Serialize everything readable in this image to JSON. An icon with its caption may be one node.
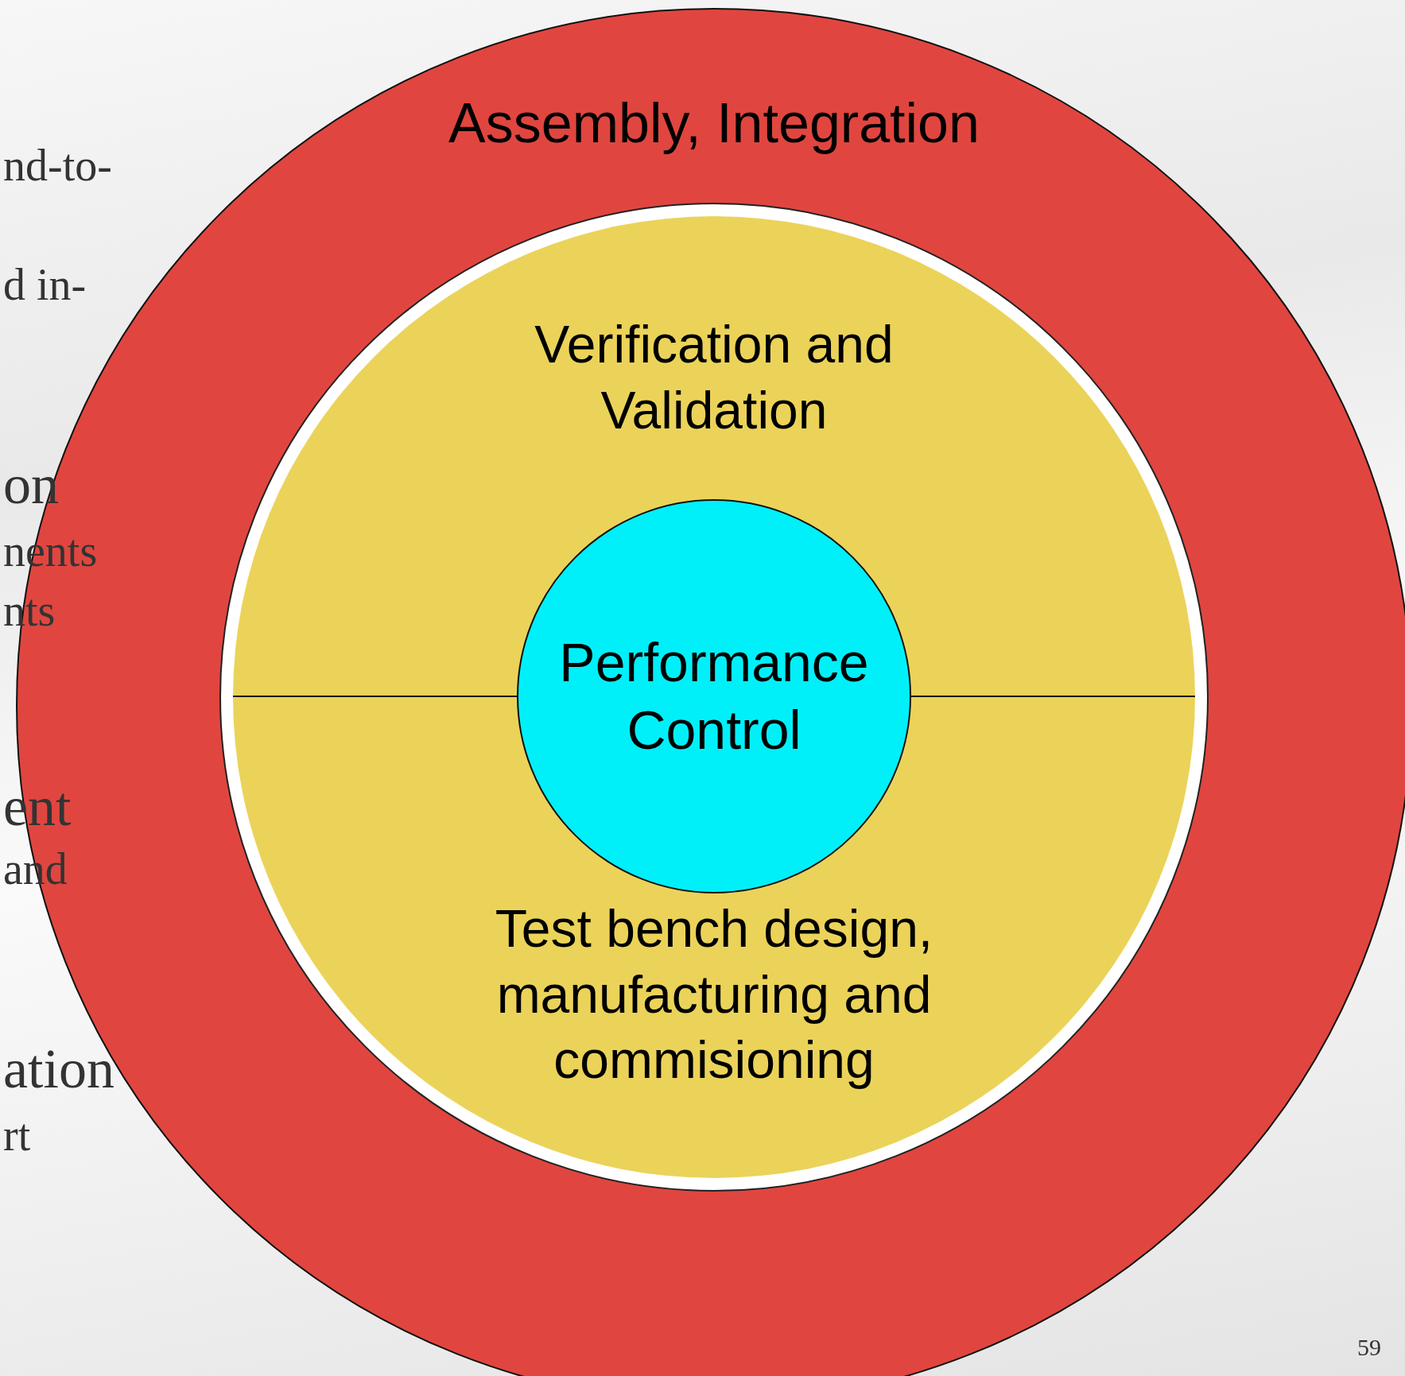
{
  "diagram": {
    "nodes": [
      {
        "text": [
          "Assembly, Integration"
        ]
      },
      {
        "text": [
          "Verification and Validation"
        ],
        "in": 0
      },
      {
        "text": [
          "Test bench design, manufacturing and commisioning"
        ],
        "in": 0
      },
      {
        "text": [
          "Performance Control"
        ],
        "in": 0
      }
    ],
    "labels": [
      "nd-to-",
      "d in-",
      "on",
      "nents",
      "nts",
      "ent",
      "and",
      "ation",
      "rt",
      "59"
    ]
  }
}
